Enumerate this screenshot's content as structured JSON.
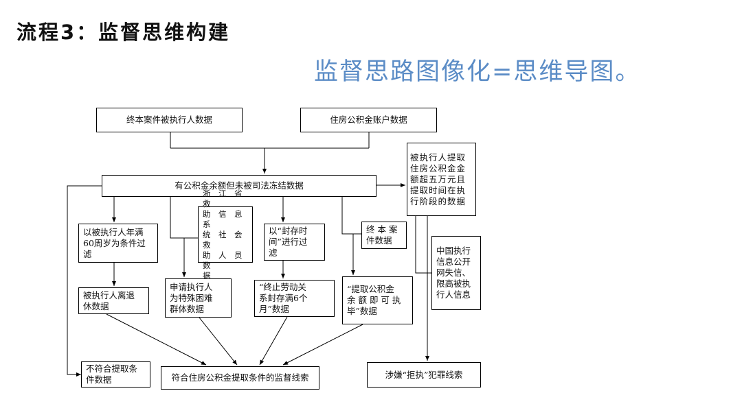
{
  "title": "流程3：监督思维构建",
  "subtitle": "监督思路图像化=思维导图。",
  "colors": {
    "subtitle": "#5b8cc6",
    "line": "#000000"
  },
  "nodes": {
    "case_data": "终本案件被执行人数据",
    "fund_account": "住房公积金账户数据",
    "has_balance": "有公积金余额但未被司法冻结数据",
    "over_50k": "被执行人提取\n住房公积金金\n额超五万元且\n提取时间在执\n行阶段的数据",
    "age60": "以被执行人年满\n60周岁为条件过\n滤",
    "retired": "被执行人离退\n休数据",
    "relief": "浙　江　省　救\n助　信　息　系\n统　社　会　救\n助　人　员　数\n据",
    "hardship": "申请执行人\n为特殊困难\n群体数据",
    "seal_time": "以“封存时\n间”进行过\n滤",
    "labor_end": "“终止劳动关\n系封存满6个\n月”数据",
    "closed_case": "终 本 案\n件数据",
    "withdraw": "“提取公积金\n余 额 即 可 执\n毕”数据",
    "dishonest": "中国执行\n信息公开\n网失信、\n限高被执\n行人信息",
    "not_eligible": "不符合提取条\n件数据",
    "supervision": "符合住房公积金提取条件的监督线索",
    "crime": "涉嫌“拒执”犯罪线索"
  }
}
